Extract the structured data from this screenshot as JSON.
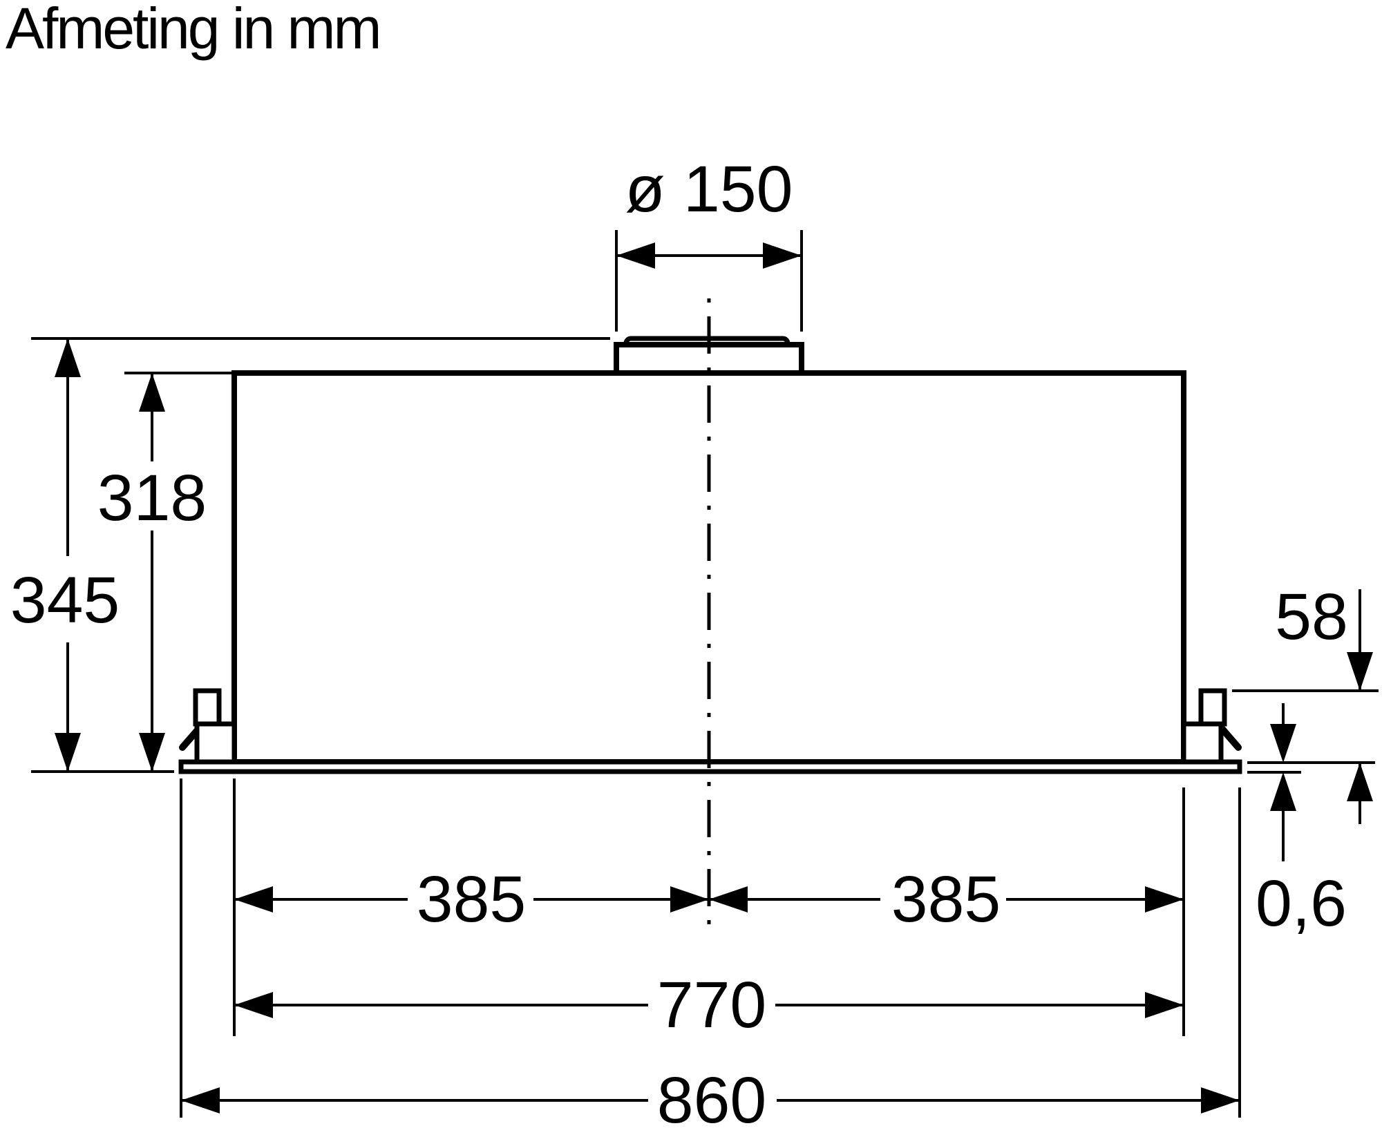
{
  "page": {
    "title": "Afmeting in mm",
    "background_color": "#ffffff",
    "line_color": "#000000"
  },
  "dimensions": {
    "duct_diameter": "ø 150",
    "body_height": "318",
    "total_height": "345",
    "bracket_top_to_bottom": "58",
    "bottom_panel_thickness": "0,6",
    "center_to_left_edge": "385",
    "center_to_right_edge": "385",
    "body_width": "770",
    "overall_width": "860"
  }
}
